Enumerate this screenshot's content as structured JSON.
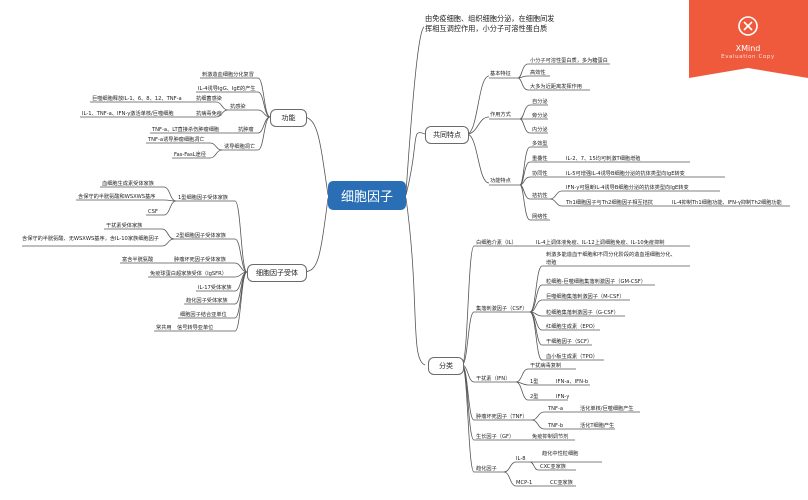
{
  "central": "细胞因子",
  "top_note": [
    "由免疫细胞、组织细胞分泌，在细胞间发",
    "挥相互调控作用，小分子可溶性蛋白质"
  ],
  "badge": {
    "title": "XMind",
    "subtitle": "Evaluation Copy"
  },
  "branches": {
    "gongneng": "功能",
    "shouti": "细胞因子受体",
    "gongtong": "共同特点",
    "fenlei": "分类"
  },
  "gongneng": {
    "items": [
      "刺激造血细胞分化复冒",
      "IL-4诱导IgG、IgE的产生"
    ],
    "kang_ganran": "抗感染",
    "kang_xijun": "抗细菌感染",
    "kang_xijun_detail": "巨噬细胞释放IL-1、6、8、12、TNF-a",
    "kang_bingdu": "抗病毒免疫",
    "kang_bingdu_detail": "IL-1、TNF-a、IFN-γ激活单核/巨噬细胞",
    "kang_zhongliu": "抗肿瘤",
    "kang_zhongliu_detail": "TNF-a、LT直接杀伤肿瘤细胞",
    "tiaoguang": "诱导细胞凋亡",
    "tiaoguang_1": "TNF-a诱导肿瘤细胞凋亡",
    "tiaoguang_2": "Fas-FasL途径"
  },
  "shouti": {
    "type1": "1型细胞因子受体家族",
    "type1_items": [
      "血细胞生成素受体家族",
      "含保守的半胱氨酸和WSXWS基序",
      "CSF"
    ],
    "type2": "2型细胞因子受体家族",
    "type2_items": [
      "干扰素受体家族",
      "含保守的半胱氨酸、无WSXWS基序，含IL-10家族细胞因子"
    ],
    "tnfr": "肿瘤坏死因子受体家族",
    "tnfr_detail": "富含半胱氨酸",
    "igsfr": "免疫球蛋白超家族受体（IgSFR）",
    "others": [
      "IL-17受体家族",
      "趋化因子受体家族",
      "细胞因子结合亚单位",
      "信号转导亚单位"
    ],
    "gongyong": "常共用"
  },
  "gongtong": {
    "jiben": "基本特征",
    "jiben_items": [
      "小分子可溶性蛋白质，多为糖蛋白",
      "高效性",
      "大多为近距离发挥作用"
    ],
    "zuoyong": "作用方式",
    "zuoyong_items": [
      "自分泌",
      "旁分泌",
      "内分泌"
    ],
    "gongneng_tedian": "功能特点",
    "duoxiao": "多效型",
    "chongdie": "重叠性",
    "chongdie_detail": "IL-2、7、15均可刺激T细胞增殖",
    "xietong": "协同性",
    "xietong_detail": "IL-5可增强IL-4诱导B细胞分泌的抗体类型向IgE转变",
    "jiekang": "拮抗性",
    "jiekang_1": "IFN-γ可阻断IL-4诱导B细胞分泌的抗体类型向IgE转变",
    "jiekang_2": "Th1细胞因子与Th2细胞因子相互拮抗",
    "jiekang_3": "IL-4抑制Th1细胞功能、IFN-γ抑制Th2细胞功能",
    "wangluo": "网络性"
  },
  "fenlei": {
    "il": "白细胞介素（IL）",
    "il_detail": "IL-4上调体液免疫、IL-12上调细胞免疫、IL-10免疫抑制",
    "csf": "集落刺激因子（CSF）",
    "csf_desc": [
      "刺激多能造血干细胞和不同分化阶段的造血祖细胞分化、",
      "增殖"
    ],
    "csf_items": [
      "粒细胞-巨噬细胞集落刺激因子（GM-CSF）",
      "巨噬细胞集落刺激因子（M-CSF）",
      "粒细胞集落刺激因子（G-CSF）",
      "红细胞生成素（EPO）",
      "干细胞因子（SCF）",
      "血小板生成素（TPO）"
    ],
    "ifn": "干扰素（IFN）",
    "ifn_desc": "干扰病毒复制",
    "ifn_1": "1型",
    "ifn_1_detail": "IFN-a、IFN-b",
    "ifn_2": "2型",
    "ifn_2_detail": "IFN-γ",
    "tnf": "肿瘤坏死因子（TNF）",
    "tnf_a": "TNF-a",
    "tnf_a_detail": "活化单核/巨噬细胞产生",
    "tnf_b": "TNF-b",
    "tnf_b_detail": "活化T细胞产生",
    "gf": "生长因子（GF）",
    "gf_detail": "免疫抑制调节剂",
    "qh": "趋化因子",
    "il8": "IL-8",
    "il8_detail": "趋化中性粒细胞",
    "cxc": "CXC亚家族",
    "mcp": "MCP-1",
    "cc": "CC亚家族"
  },
  "colors": {
    "central_bg": "#2a6fb6",
    "line": "#555555",
    "badge": "#ef5a3c"
  }
}
